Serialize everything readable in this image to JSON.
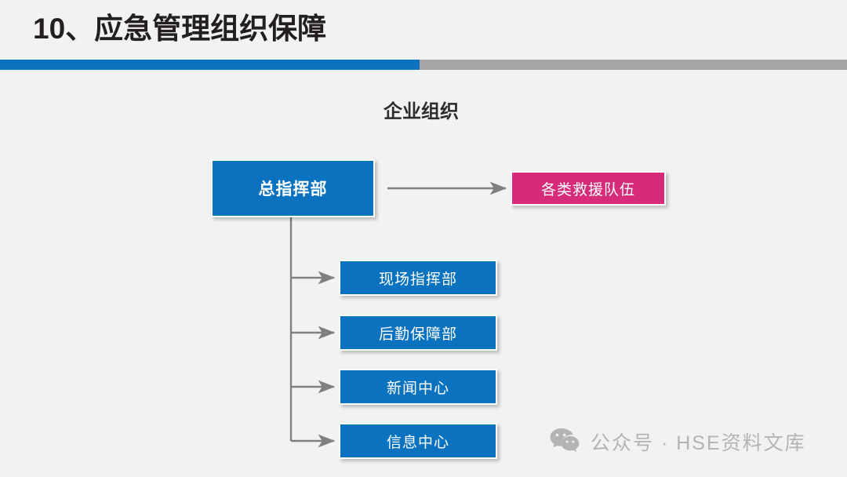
{
  "slide": {
    "title": "10、应急管理组织保障",
    "section_heading": "企业组织",
    "background_color": "#f2f2f2"
  },
  "header": {
    "rule_blue_color": "#0a72bf",
    "rule_gray_color": "#a6a6a6"
  },
  "org_chart": {
    "type": "diagram",
    "root": {
      "label": "总指挥部",
      "color": "#0a72bf",
      "text_color": "#ffffff"
    },
    "lateral": {
      "label": "各类救援队伍",
      "color": "#d52b78",
      "text_color": "#ffffff",
      "relation": "总指挥部 → 各类救援队伍"
    },
    "children": [
      {
        "label": "现场指挥部",
        "color": "#0a72bf",
        "text_color": "#ffffff"
      },
      {
        "label": "后勤保障部",
        "color": "#0a72bf",
        "text_color": "#ffffff"
      },
      {
        "label": "新闻中心",
        "color": "#0a72bf",
        "text_color": "#ffffff"
      },
      {
        "label": "信息中心",
        "color": "#0a72bf",
        "text_color": "#ffffff"
      }
    ],
    "connector_color": "#808080"
  },
  "watermark": {
    "icon": "wechat-icon",
    "text": "公众号 · HSE资料文库",
    "color": "#b4b4b4"
  }
}
